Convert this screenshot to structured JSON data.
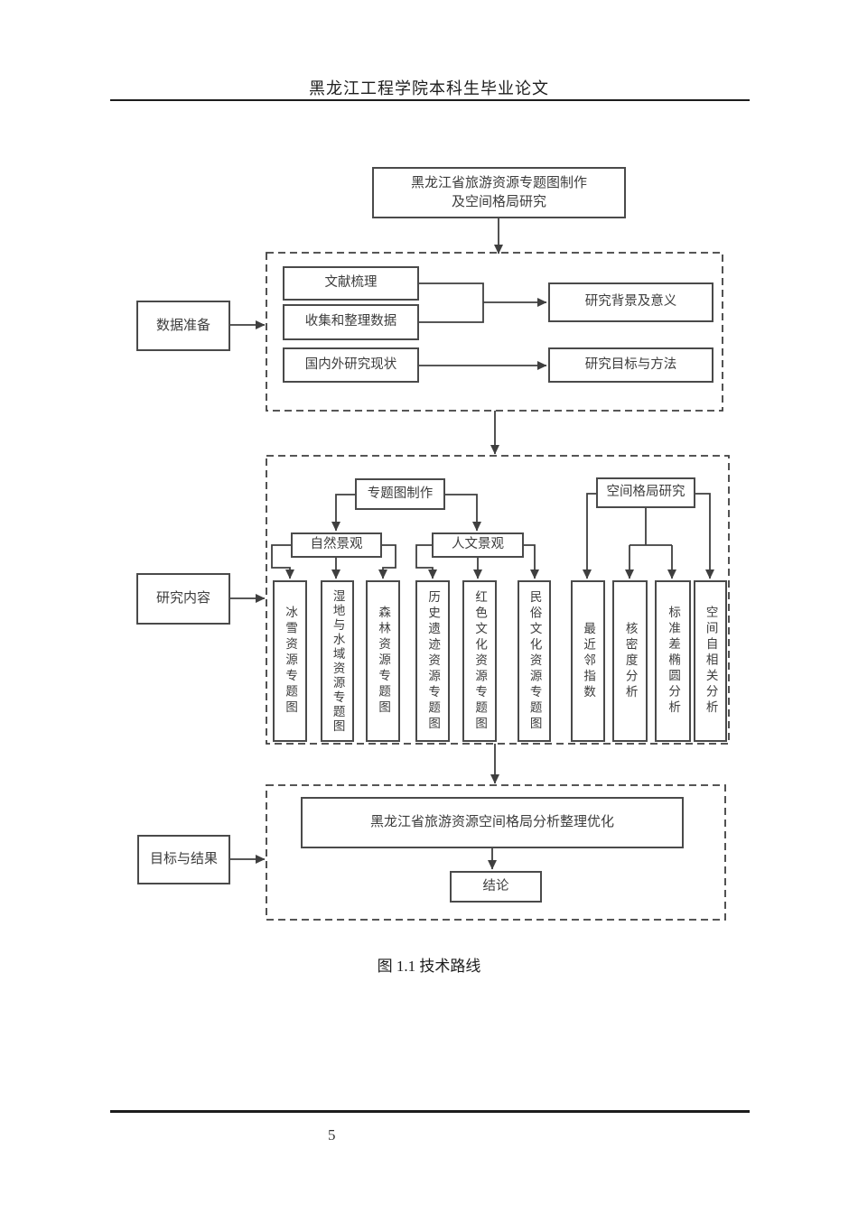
{
  "page": {
    "header": "黑龙江工程学院本科生毕业论文",
    "caption": "图 1.1 技术路线",
    "page_number": "5"
  },
  "flowchart": {
    "title": {
      "line1": "黑龙江省旅游资源专题图制作",
      "line2": "及空间格局研究"
    },
    "stages": {
      "data_preparation": "数据准备",
      "research_content": "研究内容",
      "goals_results": "目标与结果"
    },
    "section1": {
      "literature_review": "文献梳理",
      "collect_data": "收集和整理数据",
      "research_status": "国内外研究现状",
      "background_significance": "研究背景及意义",
      "objectives_methods": "研究目标与方法"
    },
    "section2": {
      "thematic_map": "专题图制作",
      "spatial_pattern": "空间格局研究",
      "natural_landscape": "自然景观",
      "cultural_landscape": "人文景观",
      "columns": [
        "冰雪资源专题图",
        "湿地与水域资源专题图",
        "森林资源专题图",
        "历史遗迹资源专题图",
        "红色文化资源专题图",
        "民俗文化资源专题图",
        "最近邻指数",
        "核密度分析",
        "标准差椭圆分析",
        "空间自相关分析"
      ]
    },
    "section3": {
      "optimize": "黑龙江省旅游资源空间格局分析整理优化",
      "conclusion": "结论"
    }
  },
  "colors": {
    "line": "#3f3f3f",
    "box_border": "#4a4a4a",
    "box_text": "#3d3d3d",
    "rule": "#1c1c1c",
    "background": "#ffffff"
  }
}
